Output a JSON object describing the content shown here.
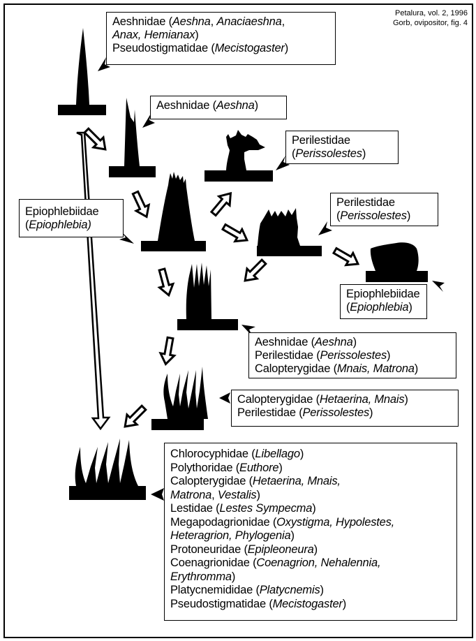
{
  "credit": {
    "line1": "Petalura, vol. 2, 1996",
    "line2": "Gorb, ovipositor, fig. 4"
  },
  "labels": [
    {
      "id": "aeshnidae-top",
      "lines": [
        [
          {
            "t": "Aeshnidae ("
          },
          {
            "t": "Aeshna",
            "i": true
          },
          {
            "t": ", "
          },
          {
            "t": "Anaciaeshna",
            "i": true
          },
          {
            "t": ","
          }
        ],
        [
          {
            "t": "Anax, Hemianax",
            "i": true
          },
          {
            "t": ")"
          }
        ],
        [
          {
            "t": "Pseudostigmatidae ("
          },
          {
            "t": "Mecistogaster",
            "i": true
          },
          {
            "t": ")"
          }
        ]
      ]
    },
    {
      "id": "aeshnidae-aeshna",
      "lines": [
        [
          {
            "t": "Aeshnidae ("
          },
          {
            "t": "Aeshna",
            "i": true
          },
          {
            "t": ")"
          }
        ]
      ]
    },
    {
      "id": "perilestidae-1",
      "lines": [
        [
          {
            "t": "Perilestidae"
          }
        ],
        [
          {
            "t": "("
          },
          {
            "t": "Perissolestes",
            "i": true
          },
          {
            "t": ")"
          }
        ]
      ]
    },
    {
      "id": "epiophlebiidae-left",
      "lines": [
        [
          {
            "t": "Epiophlebiidae"
          }
        ],
        [
          {
            "t": "("
          },
          {
            "t": "Epiophlebia",
            "i": true
          },
          {
            "t": ")",
            "i": true
          }
        ]
      ]
    },
    {
      "id": "perilestidae-2",
      "lines": [
        [
          {
            "t": "Perilestidae"
          }
        ],
        [
          {
            "t": "("
          },
          {
            "t": "Perissolestes",
            "i": true
          },
          {
            "t": ")"
          }
        ]
      ]
    },
    {
      "id": "epiophlebiidae-right",
      "lines": [
        [
          {
            "t": "Epiophlebiidae"
          }
        ],
        [
          {
            "t": "("
          },
          {
            "t": "Epiophlebia",
            "i": true
          },
          {
            "t": ")"
          }
        ]
      ]
    },
    {
      "id": "aeshnidae-perilestidae-calopterygidae",
      "lines": [
        [
          {
            "t": "Aeshnidae ("
          },
          {
            "t": "Aeshna",
            "i": true
          },
          {
            "t": ")"
          }
        ],
        [
          {
            "t": "Perilestidae ("
          },
          {
            "t": "Perissolestes",
            "i": true
          },
          {
            "t": ")"
          }
        ],
        [
          {
            "t": "Calopterygidae ("
          },
          {
            "t": "Mnais, Matrona",
            "i": true
          },
          {
            "t": ")"
          }
        ]
      ]
    },
    {
      "id": "calopterygidae-perilestidae",
      "lines": [
        [
          {
            "t": "Calopterygidae ("
          },
          {
            "t": "Hetaerina, Mnais",
            "i": true
          },
          {
            "t": ")"
          }
        ],
        [
          {
            "t": "Perilestidae ("
          },
          {
            "t": "Perissolestes",
            "i": true
          },
          {
            "t": ")"
          }
        ]
      ]
    },
    {
      "id": "zygoptera-list",
      "lines": [
        [
          {
            "t": "Chlorocyphidae ("
          },
          {
            "t": "Libellago",
            "i": true
          },
          {
            "t": ")"
          }
        ],
        [
          {
            "t": "Polythoridae ("
          },
          {
            "t": "Euthore",
            "i": true
          },
          {
            "t": ")"
          }
        ],
        [
          {
            "t": "Calopterygidae ("
          },
          {
            "t": "Hetaerina, Mnais,",
            "i": true
          }
        ],
        [
          {
            "t": "Matrona",
            "i": true
          },
          {
            "t": ", "
          },
          {
            "t": "Vestalis",
            "i": true
          },
          {
            "t": ")"
          }
        ],
        [
          {
            "t": "Lestidae ("
          },
          {
            "t": "Lestes Sympecma",
            "i": true
          },
          {
            "t": ")"
          }
        ],
        [
          {
            "t": "Megapodagrionidae ("
          },
          {
            "t": "Oxystigma, Hypolestes,",
            "i": true
          }
        ],
        [
          {
            "t": "Heteragrion, Phylogenia",
            "i": true
          },
          {
            "t": ")"
          }
        ],
        [
          {
            "t": "Protoneuridae ("
          },
          {
            "t": "Epipleoneura",
            "i": true
          },
          {
            "t": ")"
          }
        ],
        [
          {
            "t": "Coenagrionidae ("
          },
          {
            "t": "Coenagrion, Nehalennia,",
            "i": true
          }
        ],
        [
          {
            "t": "Erythromma",
            "i": true
          },
          {
            "t": ")"
          }
        ],
        [
          {
            "t": "Platycnemididae ("
          },
          {
            "t": "Platycnemis",
            "i": true
          },
          {
            "t": ")"
          }
        ],
        [
          {
            "t": "Pseudostigmatidae ("
          },
          {
            "t": "Mecistogaster",
            "i": true
          },
          {
            "t": ")"
          }
        ]
      ]
    }
  ],
  "ovipositor_forms": [
    "single-spike",
    "double-spike",
    "serrated-flag",
    "tall-serrated-cone",
    "serrated-block",
    "rounded-block",
    "multi-spike",
    "five-blades",
    "five-blades-wide"
  ],
  "colors": {
    "ink": "#000000",
    "paper": "#ffffff"
  }
}
